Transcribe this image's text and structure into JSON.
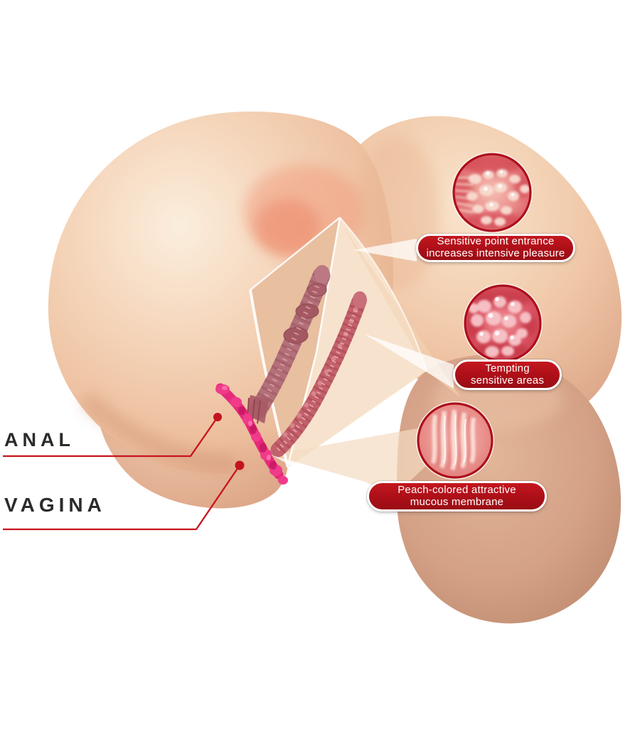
{
  "illustration": {
    "type": "product-cutaway-diagram",
    "background": "#ffffff"
  },
  "side_labels": {
    "anal": "ANAL",
    "vagina": "VAGINA"
  },
  "callouts": [
    {
      "id": "sensitive-point-entrance",
      "line1": "Sensitive point entrance",
      "line2": "increases intensive pleasure"
    },
    {
      "id": "tempting-sensitive-areas",
      "line1": "Tempting",
      "line2": "sensitive areas"
    },
    {
      "id": "mucous-membrane",
      "line1": "Peach-colored attractive",
      "line2": "mucous membrane"
    }
  ],
  "colors": {
    "callout_red": "#b01019",
    "callout_border": "#ffffff",
    "leader_line_red": "#c8141e",
    "side_label_text": "#2d2a2a",
    "skin_highlight": "#fbeedd",
    "skin_mid": "#f0c8a8",
    "skin_shadow": "#dba285",
    "cut_surface": "#f2d6ba",
    "canal_mauve": "#b3707a",
    "canal_red": "#c2616c",
    "accent_magenta": "#e62178",
    "detail_circle_border": "#ad101b"
  }
}
